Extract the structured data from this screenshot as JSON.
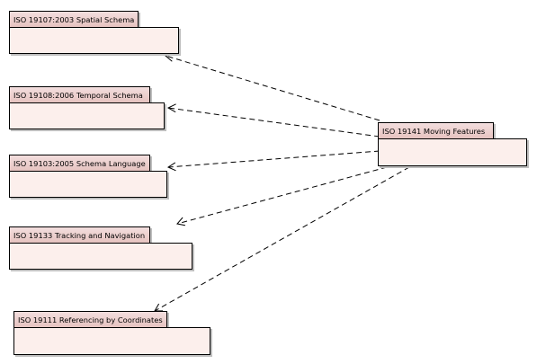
{
  "diagram": {
    "title": "",
    "packages": [
      {
        "id": "spatial",
        "label": "ISO 19107:2003 Spatial Schema"
      },
      {
        "id": "temporal",
        "label": "ISO 19108:2006 Temporal Schema"
      },
      {
        "id": "schema-language",
        "label": "ISO 19103:2005 Schema Language"
      },
      {
        "id": "tracking",
        "label": "ISO 19133 Tracking and Navigation"
      },
      {
        "id": "referencing",
        "label": "ISO 19111 Referencing by Coordinates"
      },
      {
        "id": "moving-features",
        "label": "ISO 19141 Moving Features"
      }
    ],
    "dependencies": [
      {
        "from": "moving-features",
        "to": "spatial",
        "style": "dashed-open-arrow"
      },
      {
        "from": "moving-features",
        "to": "temporal",
        "style": "dashed-open-arrow"
      },
      {
        "from": "moving-features",
        "to": "schema-language",
        "style": "dashed-open-arrow"
      },
      {
        "from": "moving-features",
        "to": "tracking",
        "style": "dashed-open-arrow"
      },
      {
        "from": "moving-features",
        "to": "referencing",
        "style": "dashed-open-arrow"
      }
    ],
    "colors": {
      "tab": "#e6c3c0",
      "body": "#fcefec",
      "border": "#000000",
      "shadow": "#bfbfbf"
    }
  }
}
